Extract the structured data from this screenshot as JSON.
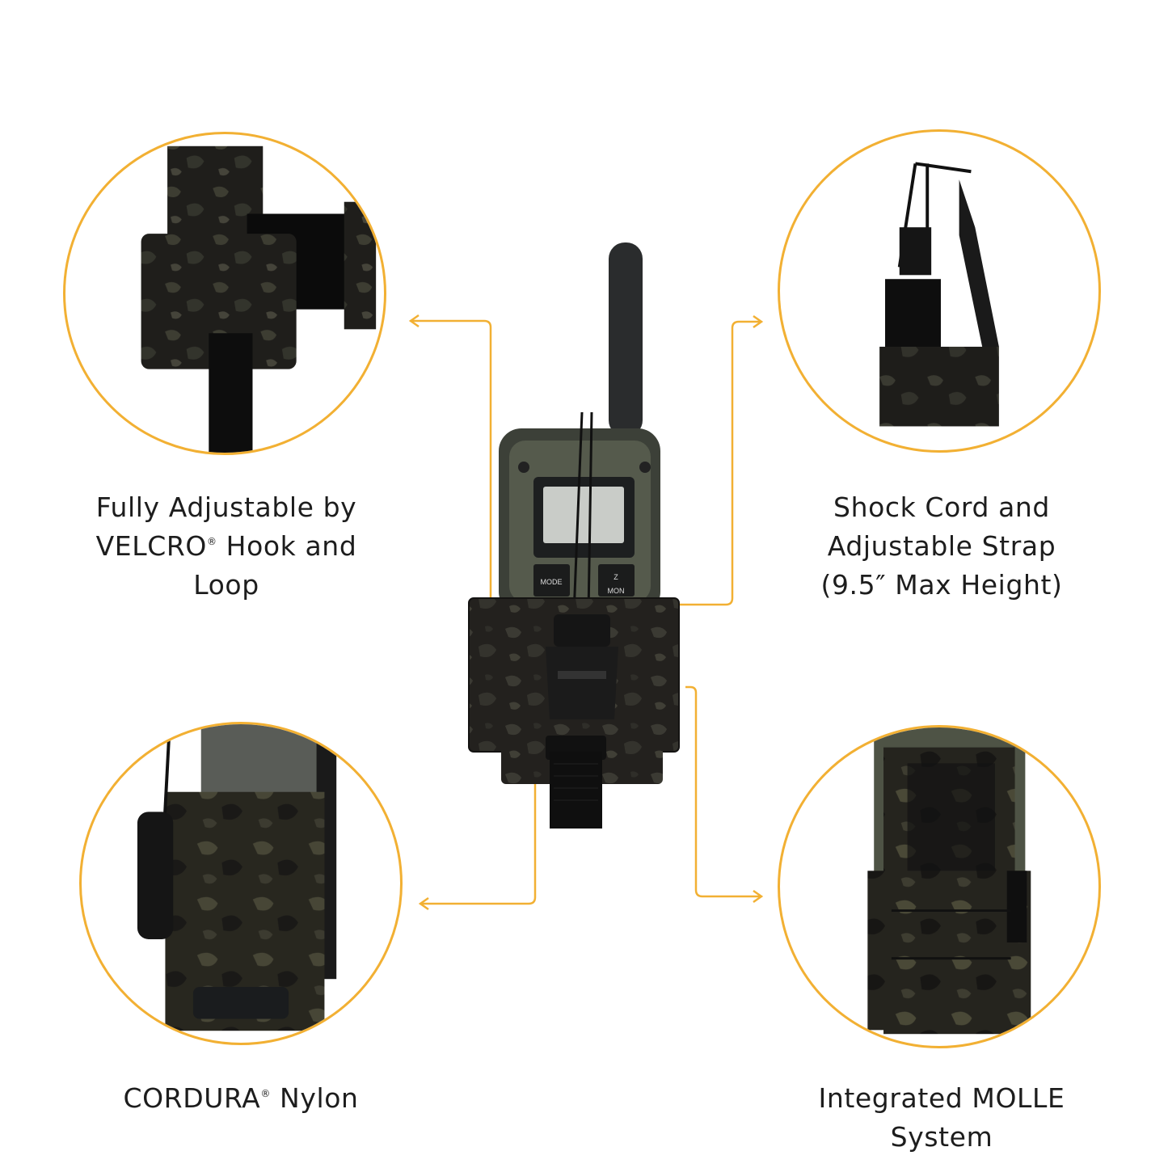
{
  "colors": {
    "accent": "#f2b033",
    "camo_dark": "#1f1d1b",
    "camo_mid": "#3c3a33",
    "radio_green": "#4b4f43"
  },
  "features": [
    {
      "id": "velcro",
      "parts": [
        "Fully Adjustable by",
        "VELCRO",
        "®",
        " Hook and",
        "Loop"
      ]
    },
    {
      "id": "shock",
      "lines": [
        "Shock Cord and",
        "Adjustable Strap",
        "(9.5″ Max Height)"
      ]
    },
    {
      "id": "cordura",
      "parts": [
        "CORDURA",
        "®",
        " Nylon"
      ]
    },
    {
      "id": "molle",
      "lines": [
        "Integrated MOLLE",
        "System"
      ]
    }
  ],
  "radio": {
    "btn_left": "MODE",
    "btn_right": "MON",
    "btn_right_top": "Z"
  }
}
